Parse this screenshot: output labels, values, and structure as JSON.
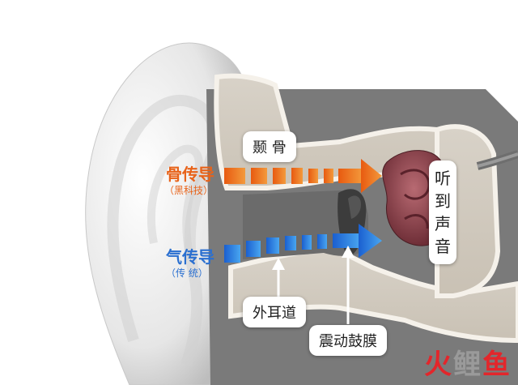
{
  "labels": {
    "bone_conduction": "骨传导",
    "bone_conduction_sub": "（黑科技）",
    "air_conduction": "气传导",
    "air_conduction_sub": "（传 统）",
    "temporal_bone": "颞 骨",
    "hear_sound": [
      "听",
      "到",
      "声",
      "音"
    ],
    "outer_ear_canal": "外耳道",
    "eardrum_vibration": "震动鼓膜"
  },
  "watermark": {
    "part1": "火",
    "part2": "鲤",
    "part3": "鱼"
  },
  "colors": {
    "bone_arrow": "#ef6a12",
    "air_arrow": "#1d6fd6",
    "bone_text": "#e8631a",
    "air_text": "#2a6fd0",
    "watermark_red": "#e3262b",
    "watermark_grey": "#9a9a9a"
  }
}
